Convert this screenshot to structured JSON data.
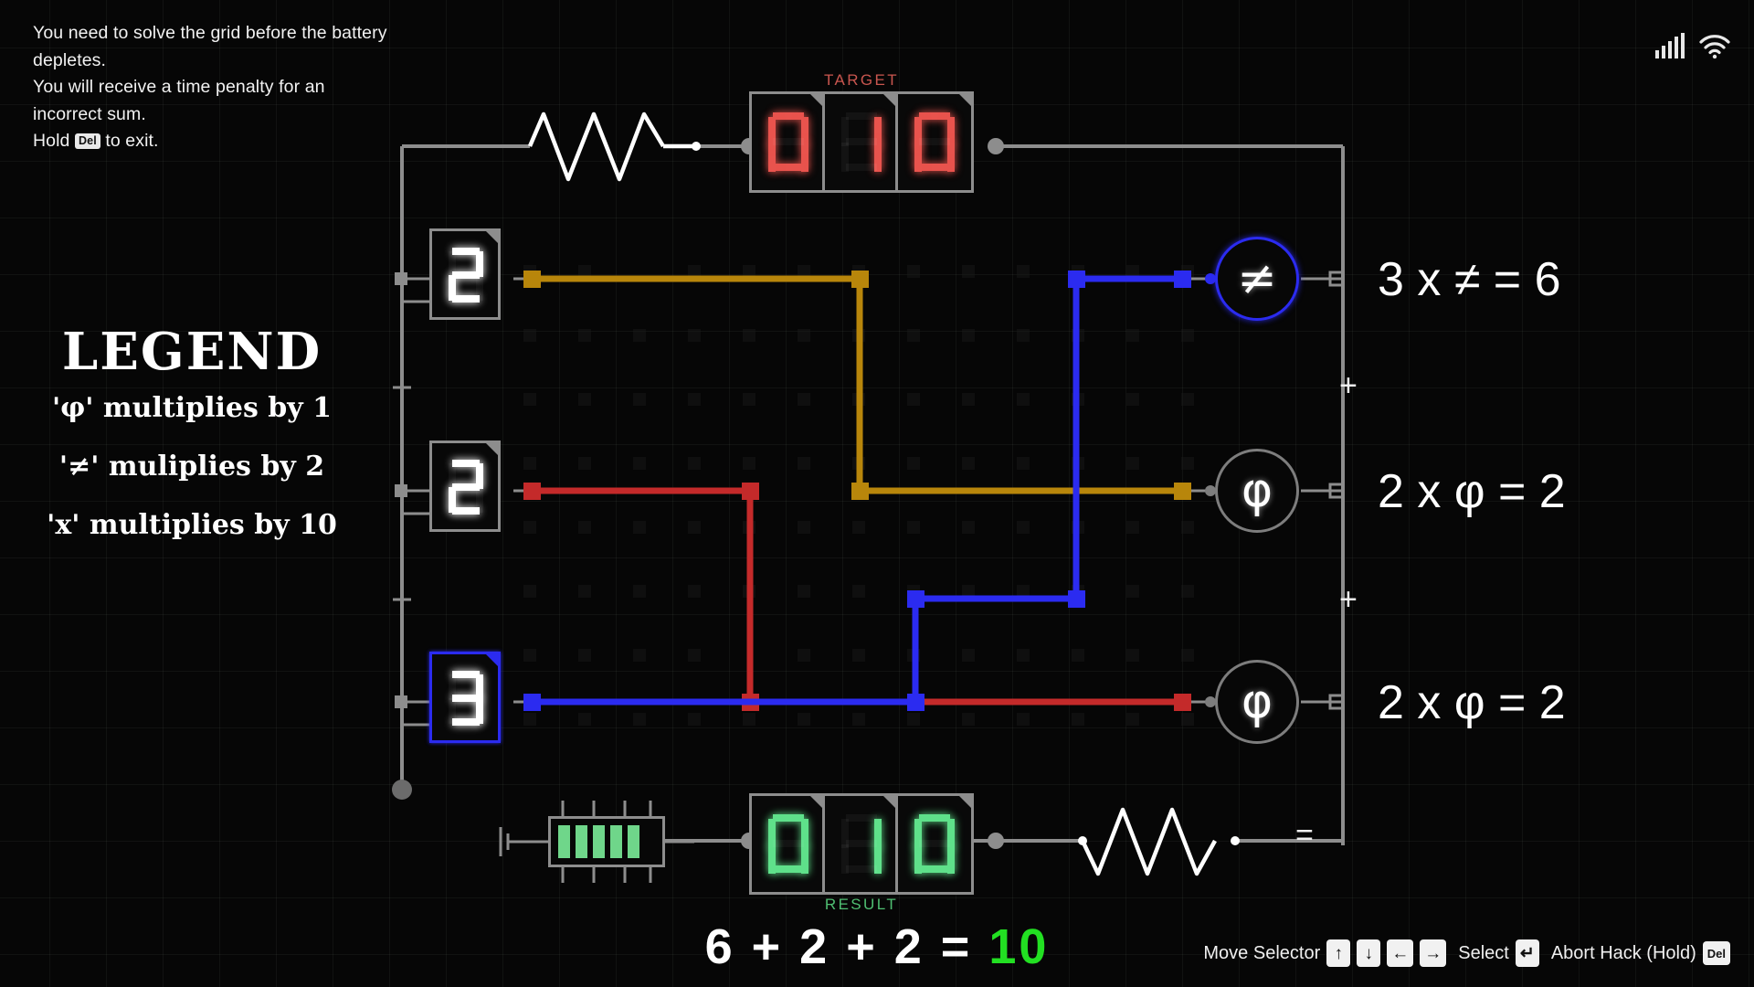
{
  "instructions": {
    "line1": "You need to solve the grid before the battery depletes.",
    "line2": "You will receive a time penalty for an incorrect sum.",
    "line3_prefix": "Hold ",
    "line3_key": "Del",
    "line3_suffix": " to exit."
  },
  "legend": {
    "title": "LEGEND",
    "lines": [
      "'φ' multiplies by 1",
      "'≠' muliplies by 2",
      "'x' multiplies by 10"
    ]
  },
  "target": {
    "label": "TARGET",
    "digits": [
      "0",
      "1",
      "0"
    ],
    "color": "#e8534d"
  },
  "result": {
    "label": "RESULT",
    "digits": [
      "0",
      "1",
      "0"
    ],
    "color": "#5fe08a"
  },
  "tiles": [
    {
      "value": "2",
      "selected": false
    },
    {
      "value": "2",
      "selected": false
    },
    {
      "value": "3",
      "selected": true
    }
  ],
  "operators": [
    {
      "glyph": "≠",
      "active": true,
      "equation": "3 x ≠ = 6"
    },
    {
      "glyph": "φ",
      "active": false,
      "equation": "2 x φ = 2"
    },
    {
      "glyph": "φ",
      "active": false,
      "equation": "2 x φ = 2"
    }
  ],
  "sum": {
    "expression": "6 + 2 + 2 = ",
    "total": "10"
  },
  "polarity": {
    "plus_top": "+",
    "plus_mid": "+",
    "minus": "="
  },
  "battery": {
    "cells": 5,
    "color": "#6fd68a"
  },
  "controls": {
    "move_label": "Move Selector",
    "move_keys": [
      "↑",
      "↓",
      "←",
      "→"
    ],
    "select_label": "Select",
    "select_key": "↵",
    "abort_label": "Abort Hack (Hold)",
    "abort_key": "Del"
  },
  "status": {
    "signal_icon": "signal-bars-icon",
    "wifi_icon": "wifi-icon"
  },
  "wire_colors": {
    "gold": "#b8860b",
    "red": "#c42a2a",
    "blue": "#2b2bf0",
    "rail": "#8d8d8d"
  }
}
